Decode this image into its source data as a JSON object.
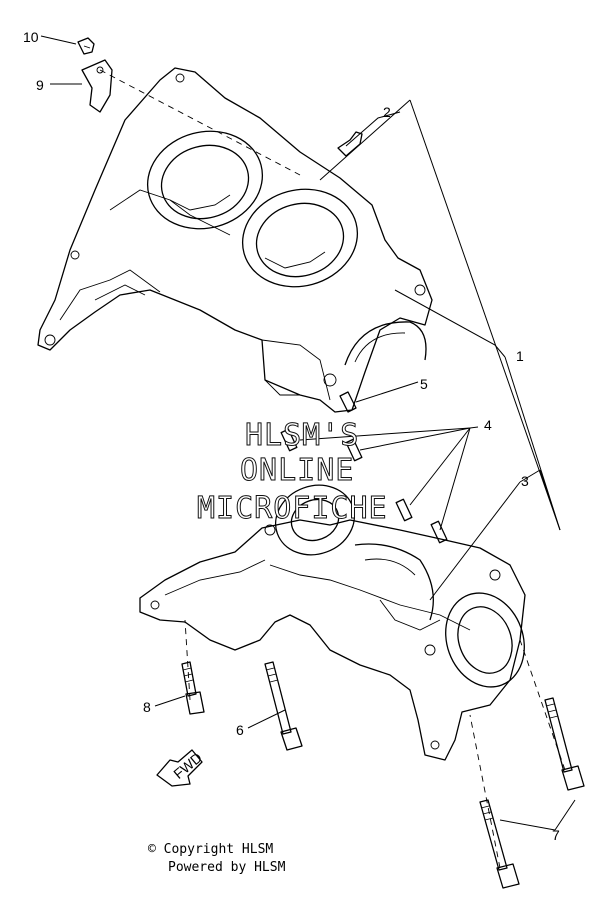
{
  "callouts": {
    "c1": "1",
    "c2": "2",
    "c3": "3",
    "c4": "4",
    "c5": "5",
    "c6": "6",
    "c7": "7",
    "c8": "8",
    "c9": "9",
    "c10": "10"
  },
  "fwd_label": "FWD",
  "watermark": {
    "line1": "HLSM'S",
    "line2": "ONLINE",
    "line3": "MICROFICHE"
  },
  "footer": {
    "copyright": "© Copyright HLSM",
    "powered": "Powered by HLSM"
  }
}
